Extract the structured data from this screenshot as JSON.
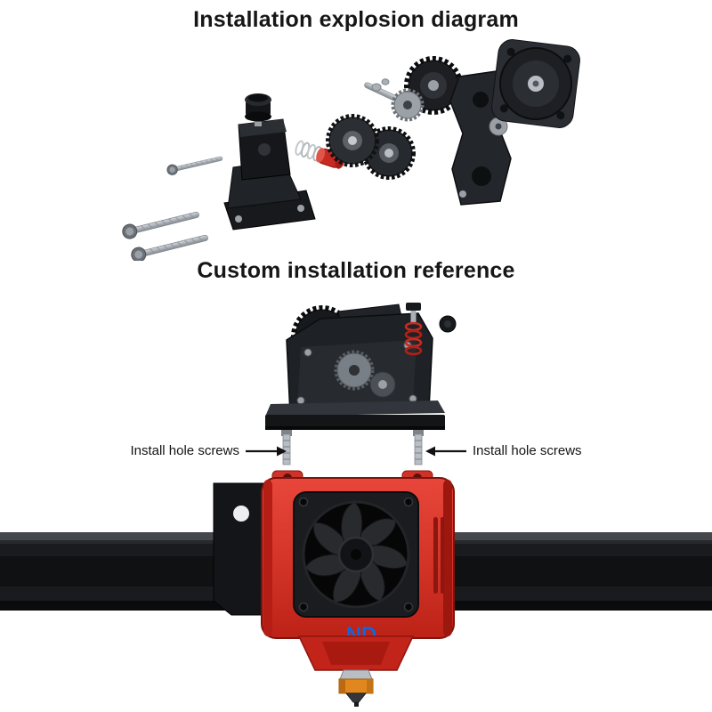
{
  "titles": {
    "explosion": "Installation explosion diagram",
    "custom": "Custom installation reference"
  },
  "callouts": {
    "left": "Install hole screws",
    "right": "Install hole screws"
  },
  "branding": {
    "fan_logo": "ND",
    "logo_color": "#1565d8"
  },
  "colors": {
    "background": "#ffffff",
    "text": "#161616",
    "part_black": "#1a1c1f",
    "metal_silver": "#b9bec4",
    "carriage_red": "#d43528",
    "accent_red": "#c62a20",
    "nozzle_orange": "#e1871d",
    "rail_black": "#1a1b1e"
  }
}
